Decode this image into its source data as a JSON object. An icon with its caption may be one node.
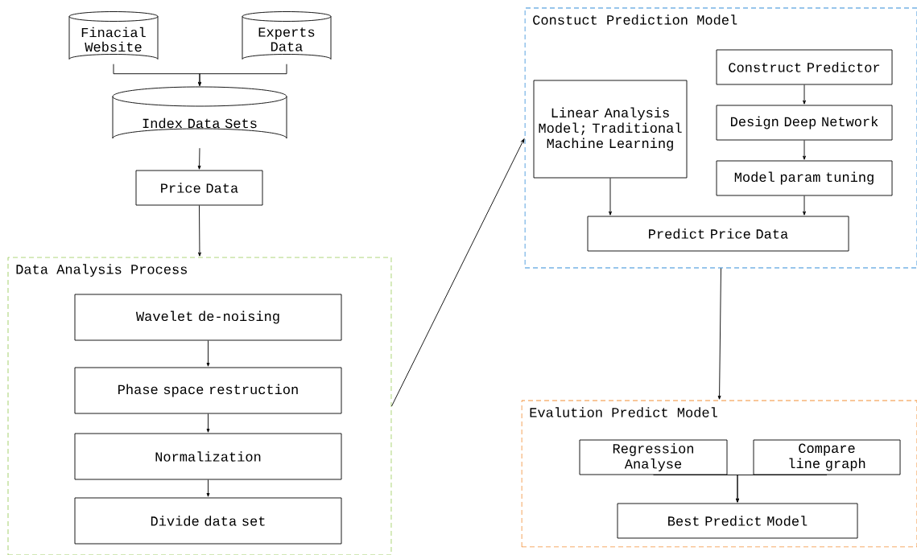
{
  "diagram": {
    "nodes": [
      {
        "text": [
          "Finacial Website"
        ]
      },
      {
        "text": [
          "Experts Data"
        ]
      },
      {
        "text": [
          "Index Data Sets"
        ]
      },
      {
        "text": [
          "Price Data"
        ]
      },
      {
        "text": [
          "Data Analysis Process"
        ]
      },
      {
        "text": [
          "Wavelet de-noising"
        ],
        "in": 4
      },
      {
        "text": [
          "Phase space restruction"
        ],
        "in": 4
      },
      {
        "text": [
          "Normalization"
        ],
        "in": 4
      },
      {
        "text": [
          "Divide data set"
        ],
        "in": 4
      },
      {
        "text": [
          "Constuct Prediction Model"
        ]
      },
      {
        "text": [
          "Linear Analysis Model; Traditional Machine Learning"
        ],
        "in": 9
      },
      {
        "text": [
          "Construct Predictor"
        ],
        "in": 9
      },
      {
        "text": [
          "Design Deep Network"
        ],
        "in": 9
      },
      {
        "text": [
          "Model param tuning"
        ],
        "in": 9
      },
      {
        "text": [
          "Predict Price Data"
        ],
        "in": 9
      },
      {
        "text": [
          "Evalution Predict Model"
        ]
      },
      {
        "text": [
          "Regression Analyse"
        ],
        "in": 15
      },
      {
        "text": [
          "Compare line graph"
        ],
        "in": 15
      },
      {
        "text": [
          "Best Predict Model"
        ],
        "in": 15
      }
    ],
    "edges": [
      {
        "from": 0,
        "to": 2,
        "arrow": "to"
      },
      {
        "from": 1,
        "to": 2,
        "arrow": "to"
      },
      {
        "from": 2,
        "to": 3,
        "arrow": "to"
      },
      {
        "from": 3,
        "to": 4,
        "arrow": "to"
      },
      {
        "from": 5,
        "to": 6,
        "arrow": "to"
      },
      {
        "from": 6,
        "to": 7,
        "arrow": "to"
      },
      {
        "from": 7,
        "to": 8,
        "arrow": "to"
      },
      {
        "from": 4,
        "to": 9,
        "arrow": "to"
      },
      {
        "from": 11,
        "to": 12,
        "arrow": "to"
      },
      {
        "from": 12,
        "to": 13,
        "arrow": "to"
      },
      {
        "from": 10,
        "to": 14,
        "arrow": "to"
      },
      {
        "from": 13,
        "to": 14,
        "arrow": "to"
      },
      {
        "from": 9,
        "to": 15,
        "arrow": "to"
      },
      {
        "from": 16,
        "to": 18,
        "arrow": "to"
      },
      {
        "from": 17,
        "to": 18,
        "arrow": "to"
      }
    ]
  }
}
